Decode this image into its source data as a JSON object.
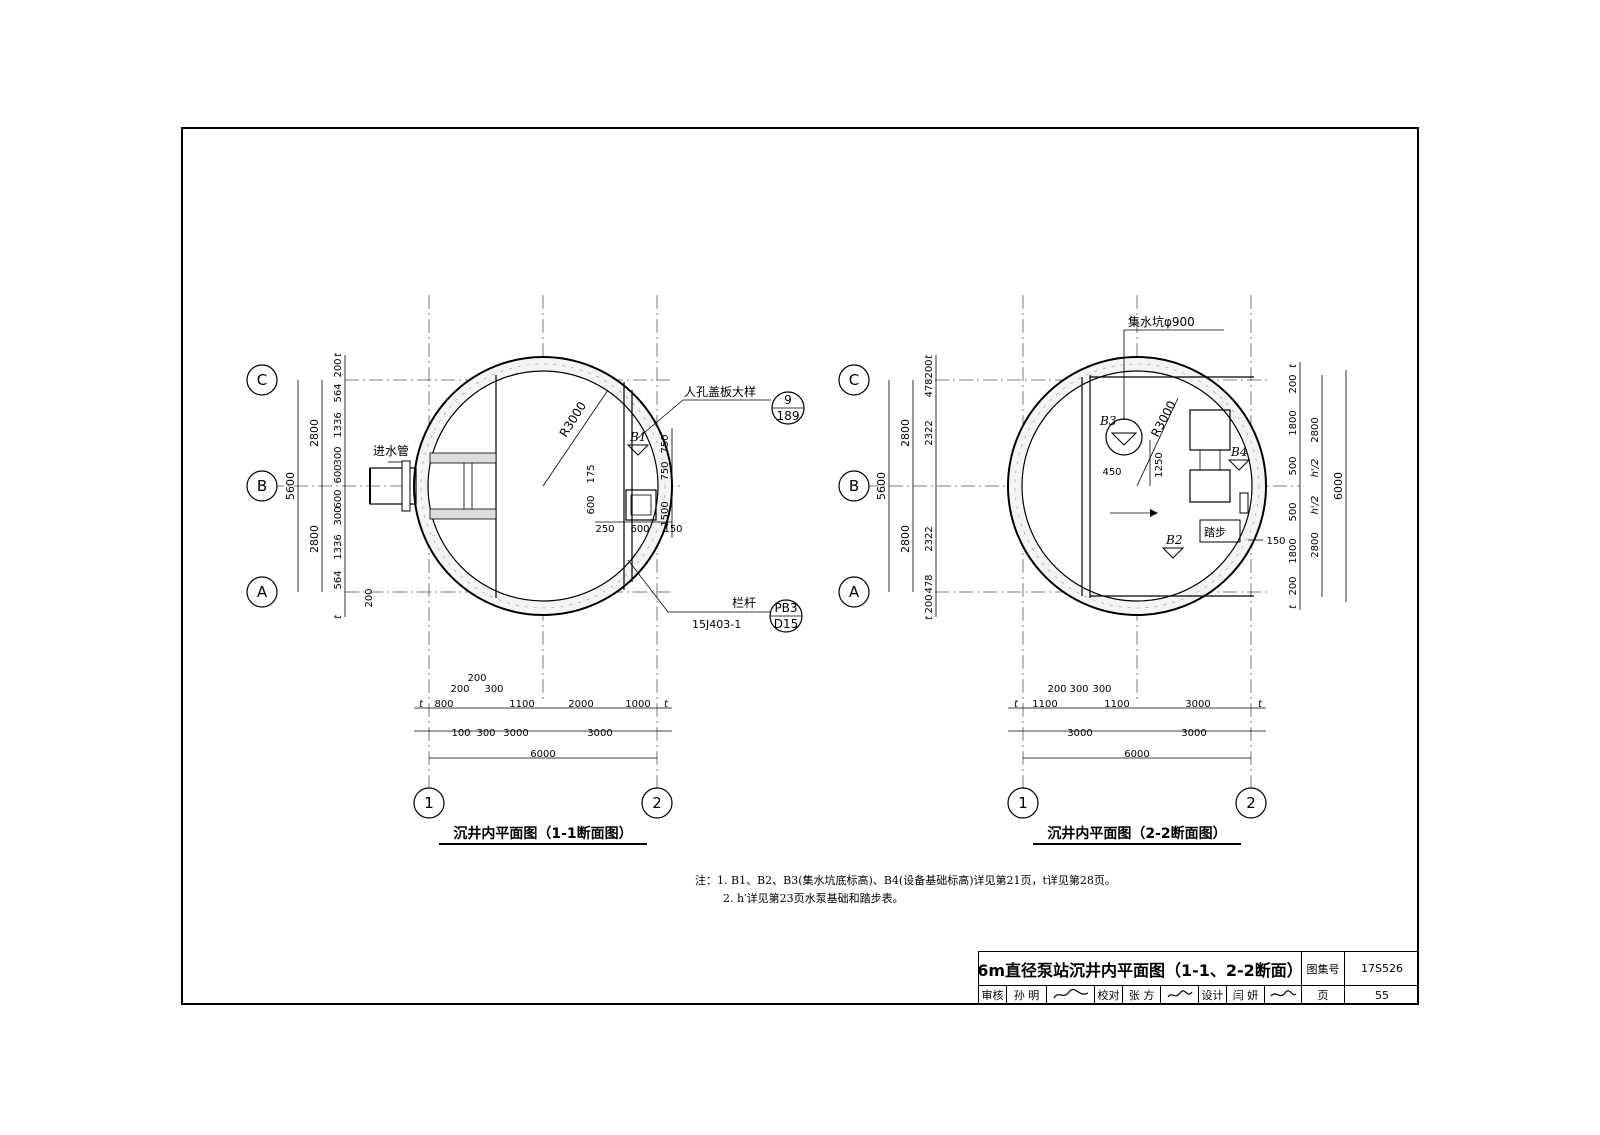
{
  "drawings": [
    {
      "title": "沉井内平面图（1-1断面图）",
      "axes_left": [
        "C",
        "B",
        "A"
      ],
      "axes_bottom": [
        "1",
        "2"
      ],
      "radius_label": "R3000",
      "pipe_label": "进水管",
      "manhole_label": "人孔盖板大样",
      "manhole_ref_top": "9",
      "manhole_ref_bottom": "189",
      "rail_label": "栏杆",
      "rail_ref_top": "PB3",
      "rail_ref_bottom": "D15",
      "rail_code": "15J403-1",
      "b1_label": "B1",
      "left_dims_outer": [
        "5600"
      ],
      "left_dims_mid": [
        "2800",
        "2800"
      ],
      "left_dims_inner": [
        "t",
        "200",
        "564",
        "1336",
        "300",
        "600",
        "600",
        "300",
        "1336",
        "564",
        "200",
        "t"
      ],
      "right_dims": [
        "750",
        "750",
        "1500"
      ],
      "small_dims": [
        "600",
        "175",
        "250",
        "600",
        "150"
      ],
      "bottom_dims_row1": [
        "t",
        "800",
        "200",
        "200",
        "300",
        "1100",
        "2000",
        "1000",
        "t"
      ],
      "bottom_dims_row2": [
        "100",
        "300",
        "3000",
        "3000"
      ],
      "bottom_dims_total": "6000"
    },
    {
      "title": "沉井内平面图（2-2断面图）",
      "axes_left": [
        "C",
        "B",
        "A"
      ],
      "axes_bottom": [
        "1",
        "2"
      ],
      "radius_label": "R3000",
      "pit_label": "集水坑φ900",
      "step_label": "踏步",
      "b2_label": "B2",
      "b3_label": "B3",
      "b4_label": "B4",
      "inner_dims": [
        "450",
        "1250",
        "150"
      ],
      "left_dims_outer": [
        "5600"
      ],
      "left_dims_mid": [
        "2800",
        "2800"
      ],
      "left_dims_inner": [
        "t",
        "200",
        "478",
        "2322",
        "2322",
        "478",
        "200",
        "t"
      ],
      "right_dims_inner": [
        "t",
        "200",
        "1800",
        "500",
        "500",
        "1800",
        "200",
        "t"
      ],
      "right_dims_mid": [
        "2800",
        "h'/2",
        "h'/2",
        "2800"
      ],
      "right_dims_outer": "6000",
      "bottom_dims_row1": [
        "t",
        "1100",
        "200",
        "300",
        "300",
        "1100",
        "3000",
        "t"
      ],
      "bottom_dims_row2": [
        "3000",
        "3000"
      ],
      "bottom_dims_total": "6000"
    }
  ],
  "notes": {
    "line1": "注：1. B1、B2、B3(集水坑底标高)、B4(设备基础标高)详见第21页，t详见第28页。",
    "line2": "2. h′详见第23页水泵基础和踏步表。"
  },
  "title_block": {
    "title": "6m直径泵站沉井内平面图（1-1、2-2断面）",
    "atlas_label": "图集号",
    "atlas_no": "17S526",
    "review_label": "审核",
    "reviewer": "孙 明",
    "check_label": "校对",
    "checker": "张 方",
    "design_label": "设计",
    "designer": "闫 妍",
    "page_label": "页",
    "page_no": "55"
  }
}
